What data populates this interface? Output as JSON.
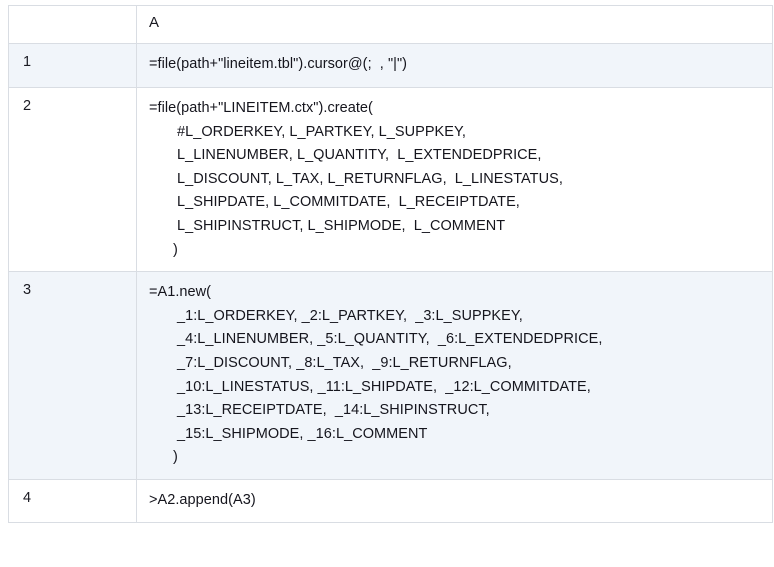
{
  "grid": {
    "corner_label": "",
    "columns": [
      {
        "key": "rownum",
        "label": ""
      },
      {
        "key": "A",
        "label": "A"
      }
    ],
    "rows": [
      {
        "num": "1",
        "shaded": true,
        "lines": [
          {
            "text": "=file(path+\"lineitem.tbl\").cursor@(;  , \"|\")",
            "indent": 0
          }
        ]
      },
      {
        "num": "2",
        "shaded": false,
        "lines": [
          {
            "text": "=file(path+\"LINEITEM.ctx\").create(",
            "indent": 0
          },
          {
            "text": "#L_ORDERKEY, L_PARTKEY, L_SUPPKEY,",
            "indent": 1
          },
          {
            "text": "L_LINENUMBER, L_QUANTITY,  L_EXTENDEDPRICE,",
            "indent": 1
          },
          {
            "text": "L_DISCOUNT, L_TAX, L_RETURNFLAG,  L_LINESTATUS,",
            "indent": 1
          },
          {
            "text": "L_SHIPDATE, L_COMMITDATE,  L_RECEIPTDATE,",
            "indent": 1
          },
          {
            "text": "L_SHIPINSTRUCT, L_SHIPMODE,  L_COMMENT",
            "indent": 1
          },
          {
            "text": ")",
            "indent": 2
          }
        ]
      },
      {
        "num": "3",
        "shaded": true,
        "lines": [
          {
            "text": "=A1.new(",
            "indent": 0
          },
          {
            "text": "_1:L_ORDERKEY, _2:L_PARTKEY,  _3:L_SUPPKEY,",
            "indent": 1
          },
          {
            "text": "_4:L_LINENUMBER, _5:L_QUANTITY,  _6:L_EXTENDEDPRICE,",
            "indent": 1
          },
          {
            "text": "_7:L_DISCOUNT, _8:L_TAX,  _9:L_RETURNFLAG,",
            "indent": 1
          },
          {
            "text": "_10:L_LINESTATUS, _11:L_SHIPDATE,  _12:L_COMMITDATE,",
            "indent": 1
          },
          {
            "text": "_13:L_RECEIPTDATE,  _14:L_SHIPINSTRUCT,",
            "indent": 1
          },
          {
            "text": "_15:L_SHIPMODE, _16:L_COMMENT",
            "indent": 1
          },
          {
            "text": ")",
            "indent": 2
          }
        ]
      },
      {
        "num": "4",
        "shaded": false,
        "lines": [
          {
            "text": ">A2.append(A3)",
            "indent": 0
          }
        ]
      }
    ]
  },
  "colors": {
    "shaded_row_bg": "#f1f5fa",
    "plain_row_bg": "#ffffff",
    "grid_line": "#d9dde3",
    "text": "#15151d"
  }
}
